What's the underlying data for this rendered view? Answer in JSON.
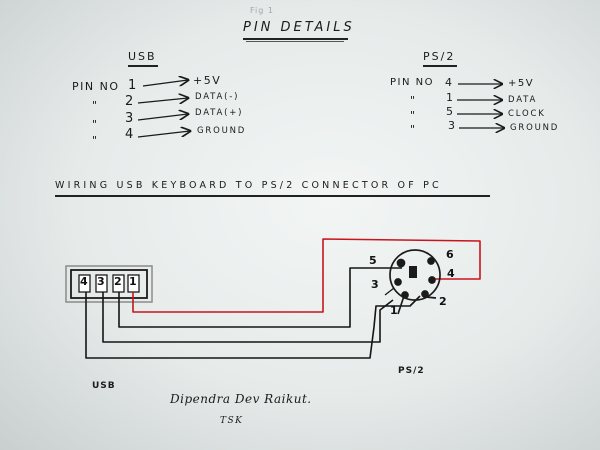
{
  "title": "PIN DETAILS",
  "faint_note": "Fig 1",
  "usb": {
    "header": "USB",
    "rows": [
      {
        "prefix": "PIN NO",
        "pin": "1",
        "signal": "+5V"
      },
      {
        "prefix": "\"",
        "pin": "2",
        "signal": "DATA(-)"
      },
      {
        "prefix": "\"",
        "pin": "3",
        "signal": "DATA(+)"
      },
      {
        "prefix": "\"",
        "pin": "4",
        "signal": "GROUND"
      }
    ]
  },
  "ps2": {
    "header": "PS/2",
    "rows": [
      {
        "prefix": "PIN NO",
        "pin": "4",
        "signal": "+5V"
      },
      {
        "prefix": "\"",
        "pin": "1",
        "signal": "DATA"
      },
      {
        "prefix": "\"",
        "pin": "5",
        "signal": "CLOCK"
      },
      {
        "prefix": "\"",
        "pin": "3",
        "signal": "GROUND"
      }
    ]
  },
  "wiring_title": "WIRING USB KEYBOARD TO PS/2 CONNECTOR OF PC",
  "diagram": {
    "usb_pins": [
      "4",
      "3",
      "2",
      "1"
    ],
    "ps2_pins": [
      "5",
      "6",
      "3",
      "4",
      "1",
      "2"
    ],
    "usb_label": "USB",
    "ps2_label": "PS/2",
    "wire_colors": {
      "power": "#c8141b",
      "other": "#151515"
    }
  },
  "signature": "Dipendra Dev Raikut.",
  "signature_sub": "TSK"
}
